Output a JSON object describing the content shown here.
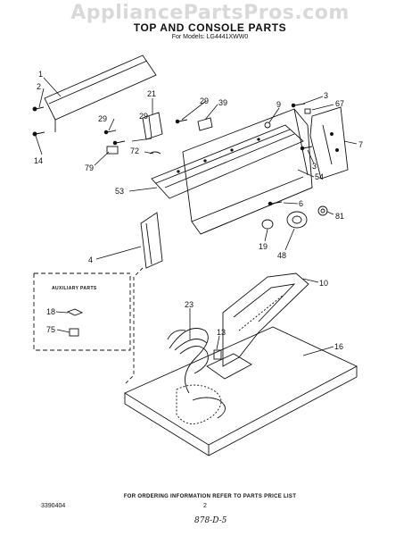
{
  "watermark": "AppliancePartsPros.com",
  "title": "TOP AND CONSOLE PARTS",
  "subtitle": "For Models: LG4441XWW0",
  "auxiliary_parts_title": "AUXILIARY PARTS",
  "footer_note": "FOR ORDERING INFORMATION REFER TO PARTS PRICE LIST",
  "doc_number": "3390404",
  "page_number": "2",
  "handwritten_note": "878-D-5",
  "callouts": {
    "c1": "1",
    "c2": "2",
    "c14": "14",
    "c21": "21",
    "c29a": "29",
    "c39": "39",
    "c29b": "29",
    "c29c": "29",
    "c72": "72",
    "c79": "79",
    "c53": "53",
    "c3a": "3",
    "c67": "67",
    "c9": "9",
    "c7": "7",
    "c3b": "3",
    "c54": "54",
    "c6": "6",
    "c81": "81",
    "c19": "19",
    "c48": "48",
    "c4": "4",
    "c10": "10",
    "c23": "23",
    "c13": "13",
    "c16": "16",
    "c18": "18",
    "c75": "75"
  }
}
